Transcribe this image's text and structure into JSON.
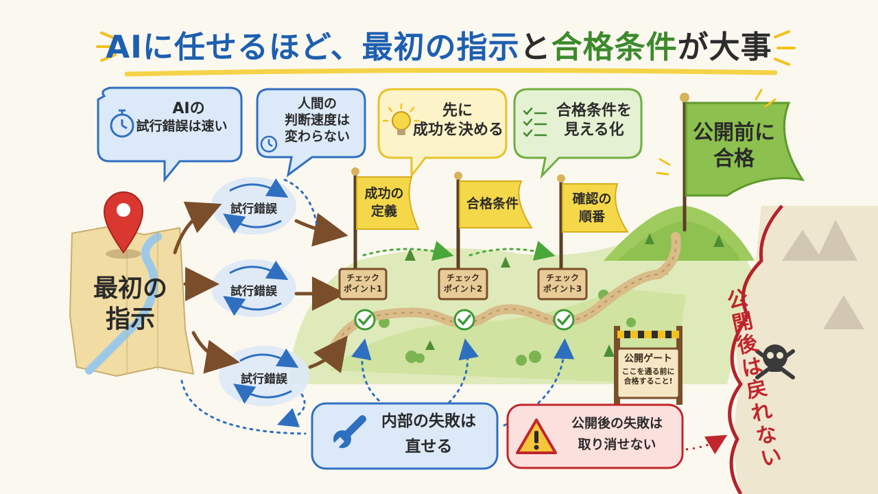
{
  "title": {
    "part1": "AIに任せるほど、",
    "part2": "最初の指示",
    "part3": "と",
    "part4": "合格条件",
    "part5": "が大事"
  },
  "bubbles": {
    "ai_speed": {
      "line1": "AIの",
      "line2": "試行錯誤は速い"
    },
    "human_speed": {
      "line1": "人間の",
      "line2": "判断速度は",
      "line3": "変わらない"
    },
    "success_first": {
      "line1": "先に",
      "line2": "成功を決める"
    },
    "visible_criteria": {
      "line1": "合格条件を",
      "line2": "見える化"
    }
  },
  "final_flag": {
    "line1": "公開前に",
    "line2": "合格"
  },
  "start": {
    "line1": "最初の",
    "line2": "指示"
  },
  "trials": [
    "試行錯誤",
    "試行錯誤",
    "試行錯誤"
  ],
  "flags": [
    {
      "line1": "成功の",
      "line2": "定義"
    },
    {
      "line1": "合格条件",
      "line2": ""
    },
    {
      "line1": "確認の",
      "line2": "順番"
    }
  ],
  "checkpoints": [
    {
      "line1": "チェック",
      "line2": "ポイント1"
    },
    {
      "line1": "チェック",
      "line2": "ポイント2"
    },
    {
      "line1": "チェック",
      "line2": "ポイント3"
    }
  ],
  "gate": {
    "title": "公開ゲート",
    "line1": "ここを通る前に",
    "line2": "合格すること!"
  },
  "cliff_text": "公開後は戻れない",
  "internal_fail": {
    "line1": "内部の失敗は",
    "line2": "直せる"
  },
  "public_fail": {
    "line1": "公開後の失敗は",
    "line2": "取り消せない"
  },
  "colors": {
    "blue": "#1d5fb0",
    "green": "#3d8a2c",
    "yellow": "#f5d84a",
    "red": "#c0262c",
    "brown": "#7a4e2a"
  }
}
